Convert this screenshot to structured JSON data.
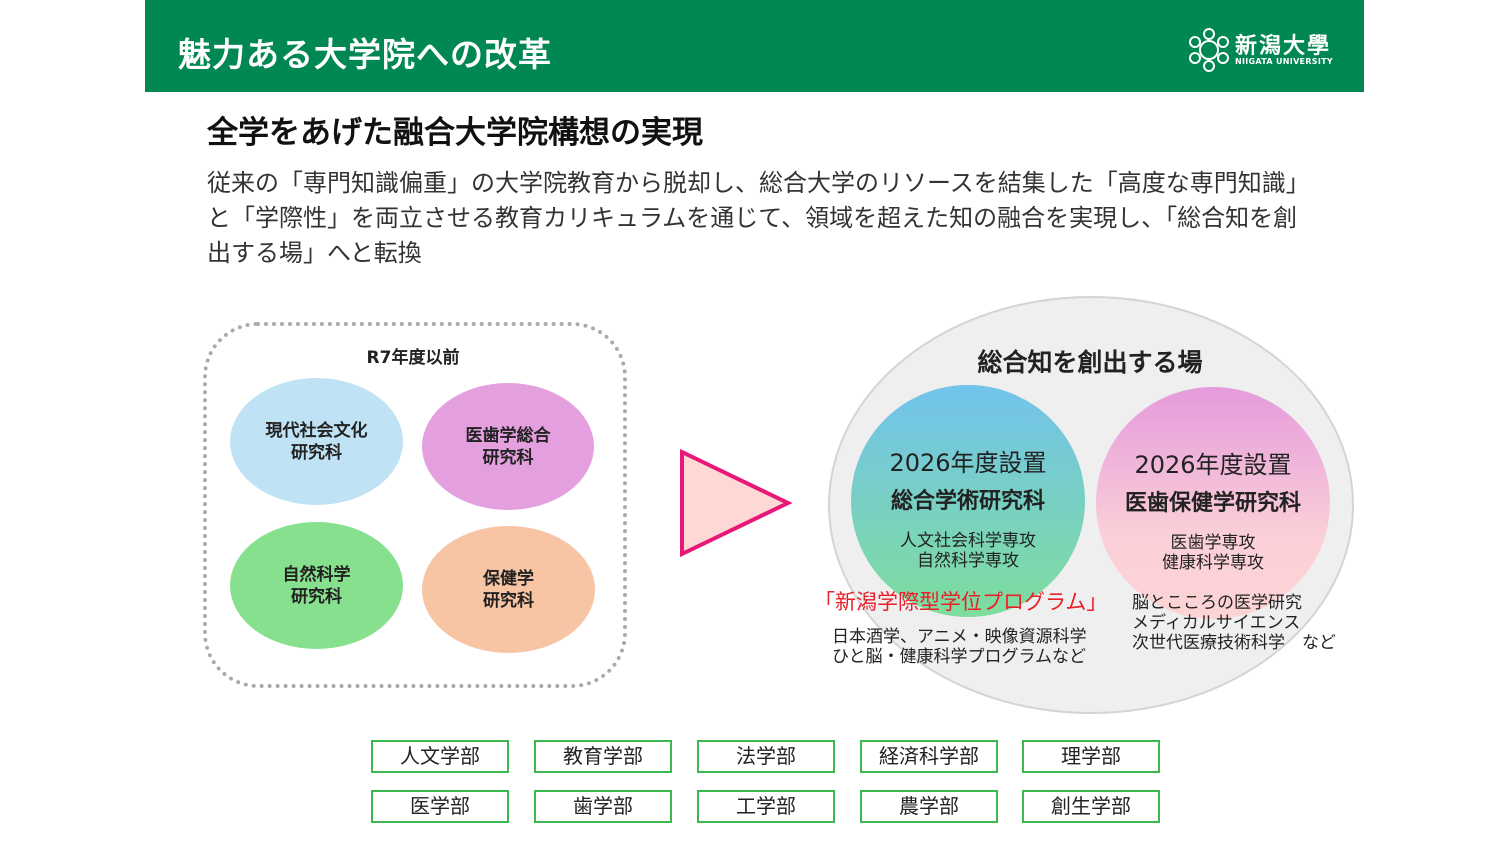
{
  "header": {
    "title": "魅力ある大学院への改革",
    "logo_jp": "新潟大學",
    "logo_en": "NIIGATA UNIVERSITY"
  },
  "subtitle": "全学をあげた融合大学院構想の実現",
  "paragraph": "従来の「専門知識偏重」の大学院教育から脱却し、総合大学のリソースを結集した「高度な専門知識」と「学際性」を両立させる教育カリキュラムを通じて、領域を超えた知の融合を実現し、「総合知を創出する場」へと転換",
  "before": {
    "label": "R7年度以前",
    "schools": [
      {
        "l1": "現代社会文化",
        "l2": "研究科"
      },
      {
        "l1": "医歯学総合",
        "l2": "研究科"
      },
      {
        "l1": "自然科学",
        "l2": "研究科"
      },
      {
        "l1": "保健学",
        "l2": "研究科"
      }
    ]
  },
  "after": {
    "title": "総合知を創出する場",
    "left": {
      "year": "2026年度設置",
      "name": "総合学術研究科",
      "d1": "人文社会科学専攻",
      "d2": "自然科学専攻"
    },
    "right": {
      "year": "2026年度設置",
      "name": "医歯保健学研究科",
      "d1": "医歯学専攻",
      "d2": "健康科学専攻"
    },
    "program": "「新潟学際型学位プログラム」",
    "program_l1": "日本酒学、アニメ・映像資源科学",
    "program_l2": "ひと脳・健康科学プログラムなど",
    "right_l1": "脳とこころの医学研究",
    "right_l2": "メディカルサイエンス",
    "right_l3": "次世代医療技術科学　など"
  },
  "faculties": [
    "人文学部",
    "教育学部",
    "法学部",
    "経済科学部",
    "理学部",
    "医学部",
    "歯学部",
    "工学部",
    "農学部",
    "創生学部"
  ],
  "colors": {
    "header": "#008752",
    "accent_red": "#e8202a",
    "arrow": "#e8177a"
  }
}
